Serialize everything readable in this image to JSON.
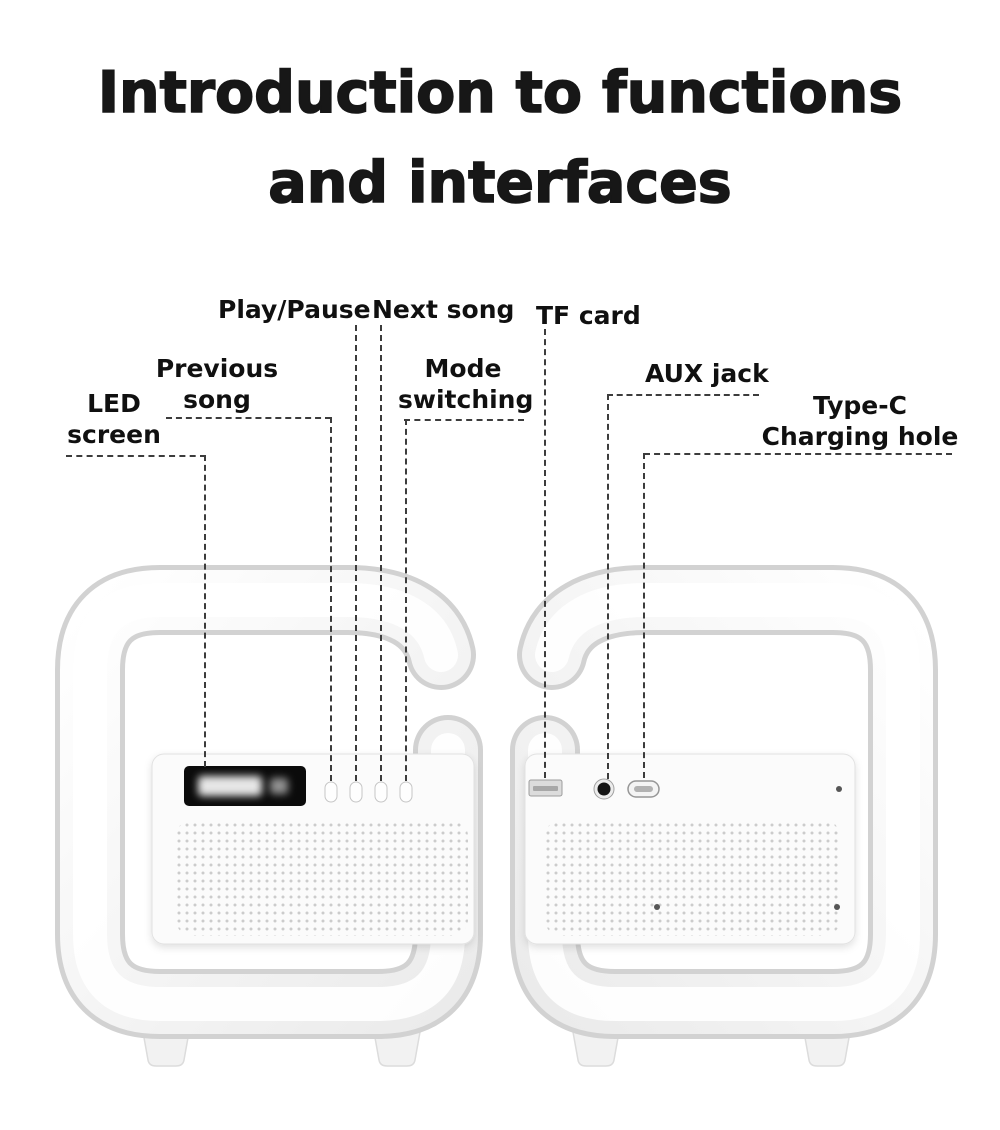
{
  "title": {
    "line1": "Introduction to functions",
    "line2": "and interfaces"
  },
  "callouts": {
    "play_pause": "Play/Pause",
    "next_song": "Next song",
    "tf_card": "TF card",
    "previous_song": {
      "line1": "Previous",
      "line2": "song"
    },
    "mode_switching": {
      "line1": "Mode",
      "line2": "switching"
    },
    "aux_jack": "AUX jack",
    "led_screen": {
      "line1": "LED",
      "line2": "screen"
    },
    "type_c": {
      "line1": "Type-C",
      "line2": "Charging hole"
    }
  },
  "icons": {
    "led_display": "led-display",
    "control_buttons": "control-buttons",
    "tf_slot": "tf-card-slot",
    "aux": "aux-port",
    "type_c": "type-c-port",
    "speaker_grille": "speaker-grille-dots"
  },
  "colors": {
    "background": "#ffffff",
    "title_text": "#171717",
    "label_text": "#101010",
    "leader_line": "#3c3c3c",
    "device_edge": "#d2d2d2",
    "led_background": "#0b0b0b"
  }
}
